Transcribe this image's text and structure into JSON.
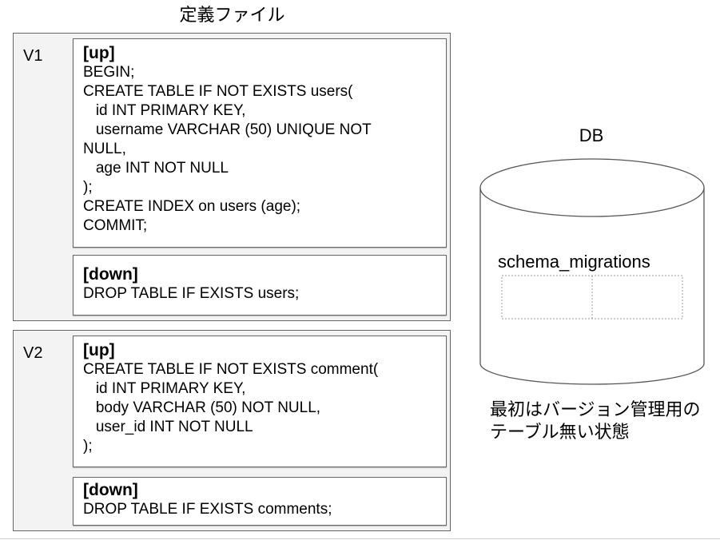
{
  "header": {
    "title": "定義ファイル"
  },
  "versions": [
    {
      "label": "V1",
      "up": {
        "heading": "[up]",
        "lines": [
          "BEGIN;",
          "CREATE TABLE IF NOT EXISTS users(",
          "   id INT PRIMARY KEY,",
          "   username VARCHAR (50) UNIQUE NOT",
          "NULL,",
          "   age INT NOT NULL",
          ");",
          "CREATE INDEX on users (age);",
          "COMMIT;"
        ]
      },
      "down": {
        "heading": "[down]",
        "lines": [
          "DROP TABLE IF EXISTS users;"
        ]
      }
    },
    {
      "label": "V2",
      "up": {
        "heading": "[up]",
        "lines": [
          "CREATE TABLE IF NOT EXISTS comment(",
          "   id INT PRIMARY KEY,",
          "   body VARCHAR (50) NOT NULL,",
          "   user_id INT NOT NULL",
          ");"
        ]
      },
      "down": {
        "heading": "[down]",
        "lines": [
          "DROP TABLE IF EXISTS comments;"
        ]
      }
    }
  ],
  "db": {
    "title": "DB",
    "table_label": "schema_migrations",
    "caption_lines": [
      "最初はバージョン管理用の",
      "テーブル無い状態"
    ],
    "icon": "database-cylinder-icon"
  },
  "colors": {
    "version_box_bg": "#f3f3f3",
    "border": "#666666",
    "code_box_bg": "#ffffff",
    "dotted": "#999999"
  }
}
